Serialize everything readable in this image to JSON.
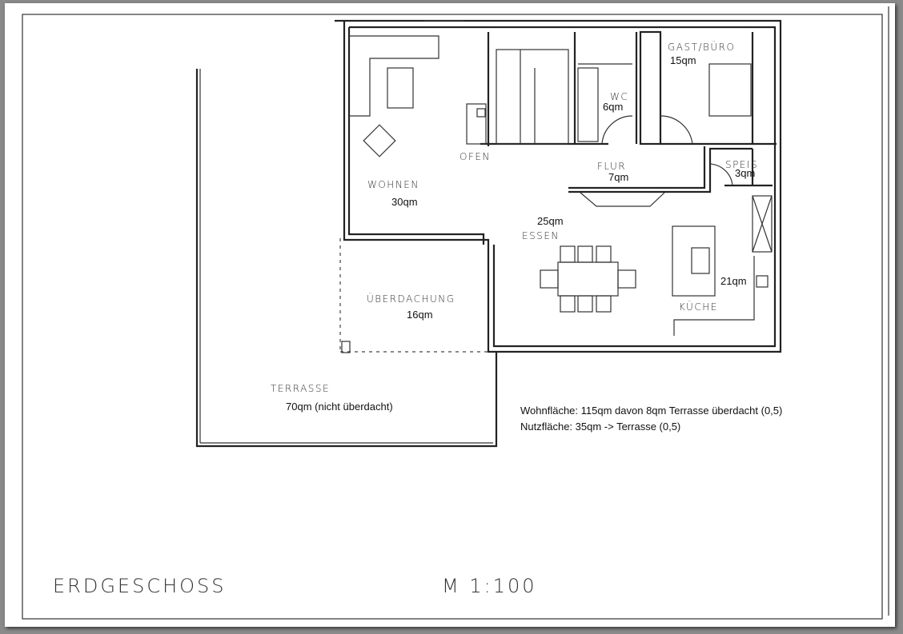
{
  "rooms": {
    "wohnen": {
      "label": "WOHNEN",
      "area": "30qm"
    },
    "ofen": {
      "label": "OFEN"
    },
    "wc": {
      "label": "WC",
      "area": "6qm"
    },
    "gast": {
      "label": "GAST/BÜRO",
      "area": "15qm"
    },
    "flur": {
      "label": "FLUR",
      "area": "7qm"
    },
    "speis": {
      "label": "SPEIS",
      "area": "3qm"
    },
    "essen": {
      "label": "ESSEN",
      "area": "25qm"
    },
    "kueche": {
      "label": "KÜCHE",
      "area": "21qm"
    },
    "ueberdachung": {
      "label": "ÜBERDACHUNG",
      "area": "16qm"
    },
    "terrasse": {
      "label": "TERRASSE",
      "area": "70qm (nicht überdacht)"
    }
  },
  "notes": [
    "Wohnfläche: 115qm davon 8qm Terrasse überdacht (0,5)",
    "Nutzfläche: 35qm -> Terrasse (0,5)"
  ],
  "title": "ERDGESCHOSS",
  "scale": "M 1:100"
}
